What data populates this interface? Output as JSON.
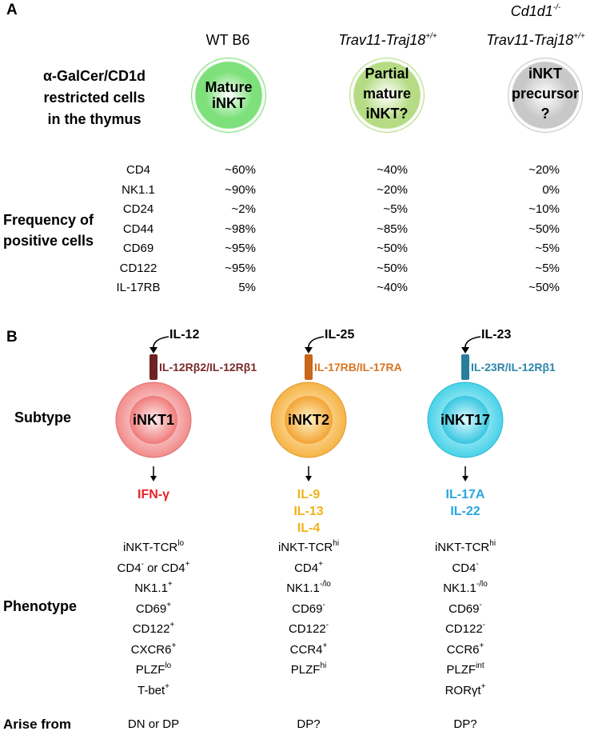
{
  "panel_a": {
    "label": "A",
    "columns": [
      {
        "title": "WT B6"
      },
      {
        "title": "Trav11-Traj18",
        "title_sup": "+/+"
      },
      {
        "title_line1": "Cd1d1",
        "title_line1_sup": "-/-",
        "title_line2": "Trav11-Traj18",
        "title_line2_sup": "+/+"
      }
    ],
    "row_label": [
      "α-GalCer/CD1d",
      "restricted cells",
      "in the thymus"
    ],
    "cells": [
      {
        "lines": [
          "Mature",
          "iNKT"
        ],
        "color": "#7de07a"
      },
      {
        "lines": [
          "Partial",
          "mature",
          "iNKT?"
        ],
        "color": "#b5dc84"
      },
      {
        "lines": [
          "iNKT",
          "precursor",
          "?"
        ],
        "color": "#c8c8c8"
      }
    ],
    "freq_label": [
      "Frequency of",
      "positive cells"
    ],
    "markers": [
      "CD4",
      "NK1.1",
      "CD24",
      "CD44",
      "CD69",
      "CD122",
      "IL-17RB"
    ],
    "values": [
      [
        "~60%",
        "~90%",
        "~2%",
        "~98%",
        "~95%",
        "~95%",
        "5%"
      ],
      [
        "~40%",
        "~20%",
        "~5%",
        "~85%",
        "~50%",
        "~50%",
        "~40%"
      ],
      [
        "~20%",
        "0%",
        "~10%",
        "~50%",
        "~5%",
        "~5%",
        "~50%"
      ]
    ]
  },
  "panel_b": {
    "label": "B",
    "subtype_label": "Subtype",
    "phenotype_label": "Phenotype",
    "arise_label": "Arise from",
    "columns": [
      {
        "cytokine_in": "IL-12",
        "receptor": "IL-12Rβ2/IL-12Rβ1",
        "receptor_color": "#7a2a2a",
        "cell": "iNKT1",
        "cell_color": "#f08a8a",
        "outputs": [
          "IFN-γ"
        ],
        "output_color": "#e8202a",
        "phenotype": [
          {
            "t": "iNKT-TCR",
            "s": "lo"
          },
          {
            "t": "CD4",
            "s": "-",
            "t2": " or CD4",
            "s2": "+"
          },
          {
            "t": "NK1.1",
            "s": "+"
          },
          {
            "t": "CD69",
            "s": "+"
          },
          {
            "t": "CD122",
            "s": "+"
          },
          {
            "t": "CXCR6",
            "s": "+"
          },
          {
            "t": "PLZF",
            "s": "lo"
          },
          {
            "t": "T-bet",
            "s": "+"
          }
        ],
        "arise": "DN or DP"
      },
      {
        "cytokine_in": "IL-25",
        "receptor": "IL-17RB/IL-17RA",
        "receptor_color": "#d9731f",
        "cell": "iNKT2",
        "cell_color": "#f6b54a",
        "outputs": [
          "IL-9",
          "IL-13",
          "IL-4"
        ],
        "output_color": "#f2b21c",
        "phenotype": [
          {
            "t": "iNKT-TCR",
            "s": "hi"
          },
          {
            "t": "CD4",
            "s": "+"
          },
          {
            "t": "NK1.1",
            "s": "-/lo"
          },
          {
            "t": "CD69",
            "s": "-"
          },
          {
            "t": "CD122",
            "s": "-"
          },
          {
            "t": "CCR4",
            "s": "+"
          },
          {
            "t": "PLZF",
            "s": "hi"
          }
        ],
        "arise": "DP?"
      },
      {
        "cytokine_in": "IL-23",
        "receptor": "IL-23R/IL-12Rβ1",
        "receptor_color": "#2b86a8",
        "cell": "iNKT17",
        "cell_color": "#4fd6ea",
        "outputs": [
          "IL-17A",
          "IL-22"
        ],
        "output_color": "#29a6e0",
        "phenotype": [
          {
            "t": "iNKT-TCR",
            "s": "hi"
          },
          {
            "t": "CD4",
            "s": "-"
          },
          {
            "t": "NK1.1",
            "s": "-/lo"
          },
          {
            "t": "CD69",
            "s": "-"
          },
          {
            "t": "CD122",
            "s": "-"
          },
          {
            "t": "CCR6",
            "s": "+"
          },
          {
            "t": "PLZF",
            "s": "int"
          },
          {
            "t": "RORγt",
            "s": "+"
          }
        ],
        "arise": "DP?"
      }
    ]
  }
}
